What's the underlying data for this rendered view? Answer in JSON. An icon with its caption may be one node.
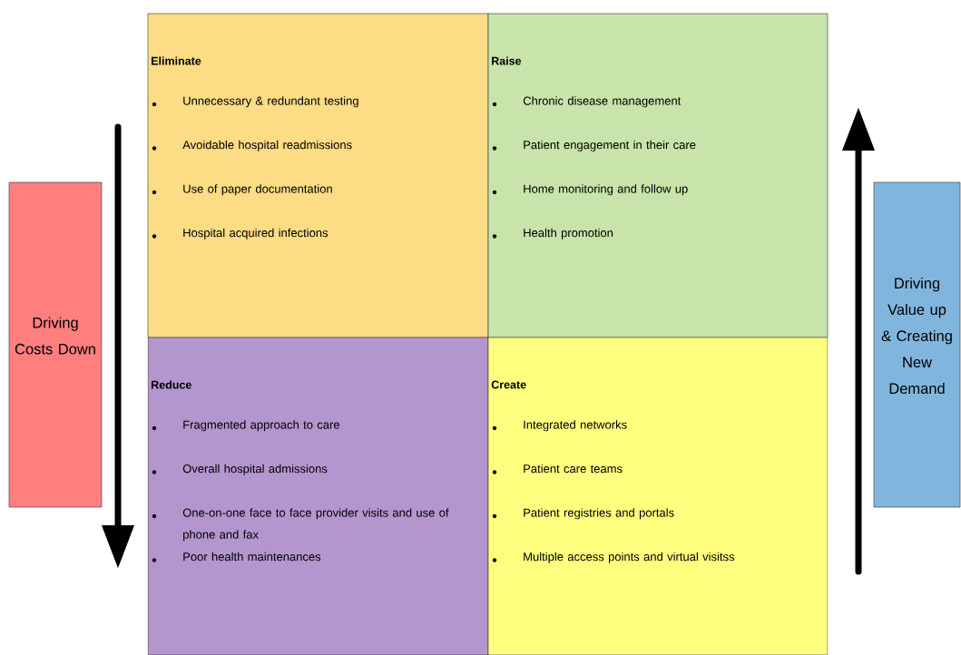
{
  "diagram": {
    "nodes": [
      {
        "text": [
          "Eliminate",
          "Unnecessary & redundant testing",
          "Avoidable hospital readmissions",
          "Use of paper documentation",
          "Hospital acquired infections"
        ]
      },
      {
        "text": [
          "Raise",
          "Chronic disease management",
          "Patient engagement in their care",
          "Home monitoring and follow up",
          "Health promotion"
        ]
      },
      {
        "text": [
          "Reduce",
          "Fragmented approach to care",
          "Overall hospital admissions",
          "One-on-one face to face provider visits and use of phone and fax",
          "Poor health maintenances"
        ]
      },
      {
        "text": [
          "Create",
          "Integrated networks",
          "Patient care teams",
          "Patient registries and portals",
          "Multiple access points and virtual visitss"
        ]
      },
      {
        "text": [
          "Driving Costs Down"
        ]
      },
      {
        "text": [
          "Driving Value up & Creating New Demand"
        ]
      }
    ],
    "edges": []
  }
}
